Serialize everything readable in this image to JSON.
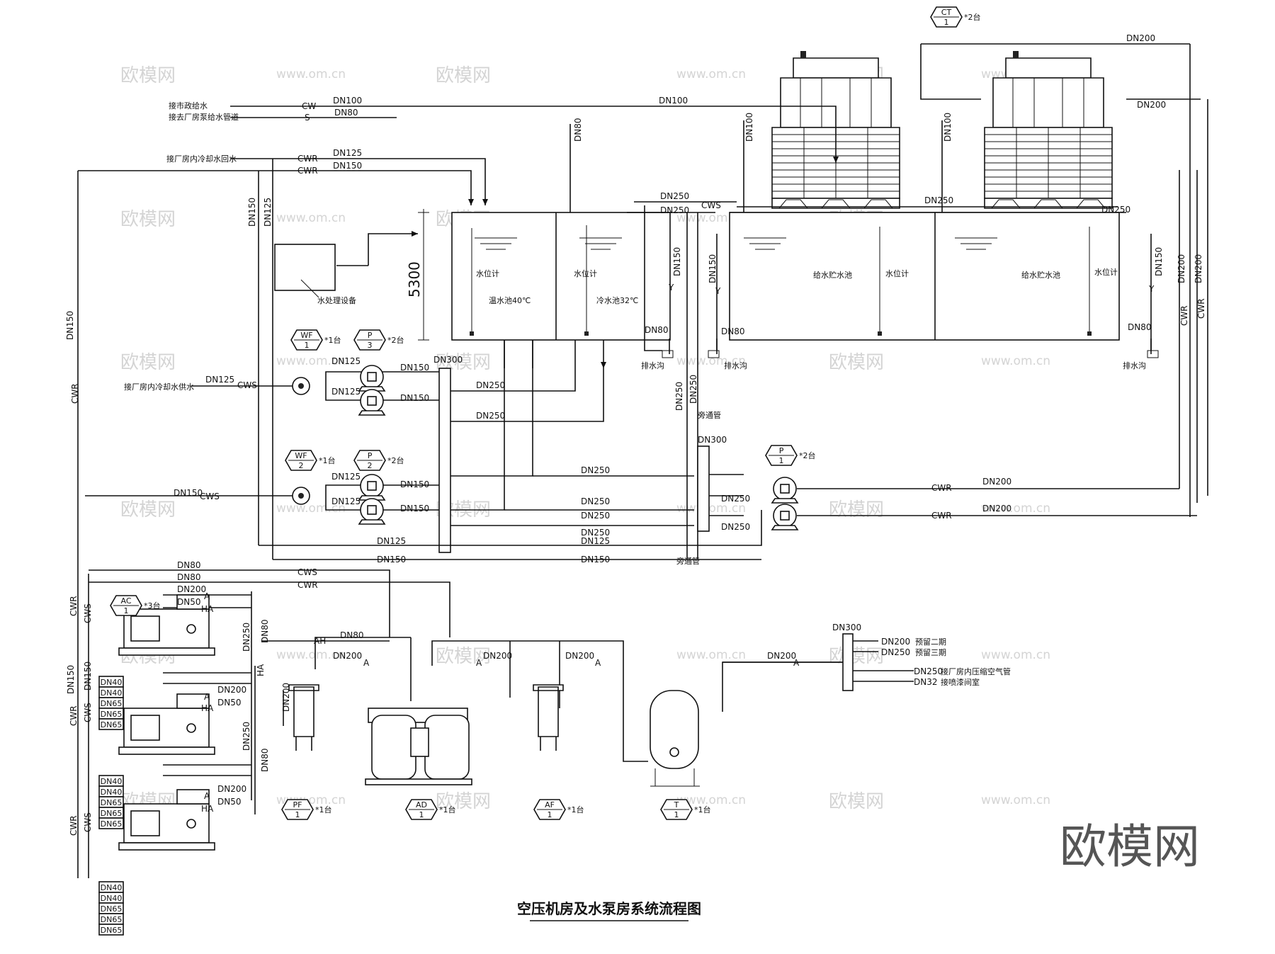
{
  "title": "空压机房及水泵房系统流程图",
  "big_logo": "欧模网",
  "watermark": {
    "logo": "欧模网",
    "url": "www.om.cn"
  },
  "dim_5300": "5300",
  "dn": {
    "dn32": "DN32",
    "dn40": "DN40",
    "dn50": "DN50",
    "dn65": "DN65",
    "dn80": "DN80",
    "dn100": "DN100",
    "dn125": "DN125",
    "dn150": "DN150",
    "dn200": "DN200",
    "dn250": "DN250",
    "dn300": "DN300"
  },
  "codes": {
    "cw": "CW",
    "s": "S",
    "cws": "CWS",
    "cwr": "CWR",
    "a": "A",
    "ah": "AH",
    "ha": "HA",
    "y": "Y"
  },
  "texts": {
    "city_water": "接市政给水",
    "factory_pump_water": "接去厂房泵给水管道",
    "factory_cooling_return": "接厂房内冷却水回水",
    "factory_cooling_supply": "接厂房内冷却水供水",
    "water_treatment": "水处理设备",
    "level_gauge": "水位计",
    "hot_pool": "温水池40℃",
    "cold_pool": "冷水池32℃",
    "storage_pool": "给水贮水池",
    "drain_trench": "排水沟",
    "bypass": "旁通管",
    "reserve_phase2": "预留二期",
    "reserve_phase3": "预留三期",
    "to_factory_air": "接厂房内压缩空气管",
    "to_spray_room": "接喷漆间室"
  },
  "equipment_tags": [
    {
      "code": "CT",
      "num": "1",
      "qty": "*2台"
    },
    {
      "code": "WF",
      "num": "1",
      "qty": "*1台"
    },
    {
      "code": "P",
      "num": "3",
      "qty": "*2台"
    },
    {
      "code": "WF",
      "num": "2",
      "qty": "*1台"
    },
    {
      "code": "P",
      "num": "2",
      "qty": "*2台"
    },
    {
      "code": "P",
      "num": "1",
      "qty": "*2台"
    },
    {
      "code": "AC",
      "num": "1",
      "qty": "*3台"
    },
    {
      "code": "PF",
      "num": "1",
      "qty": "*1台"
    },
    {
      "code": "AD",
      "num": "1",
      "qty": "*1台"
    },
    {
      "code": "AF",
      "num": "1",
      "qty": "*1台"
    },
    {
      "code": "T",
      "num": "1",
      "qty": "*1台"
    }
  ],
  "ac_outlets": [
    "DN40",
    "DN40",
    "DN65",
    "DN65",
    "DN65"
  ]
}
